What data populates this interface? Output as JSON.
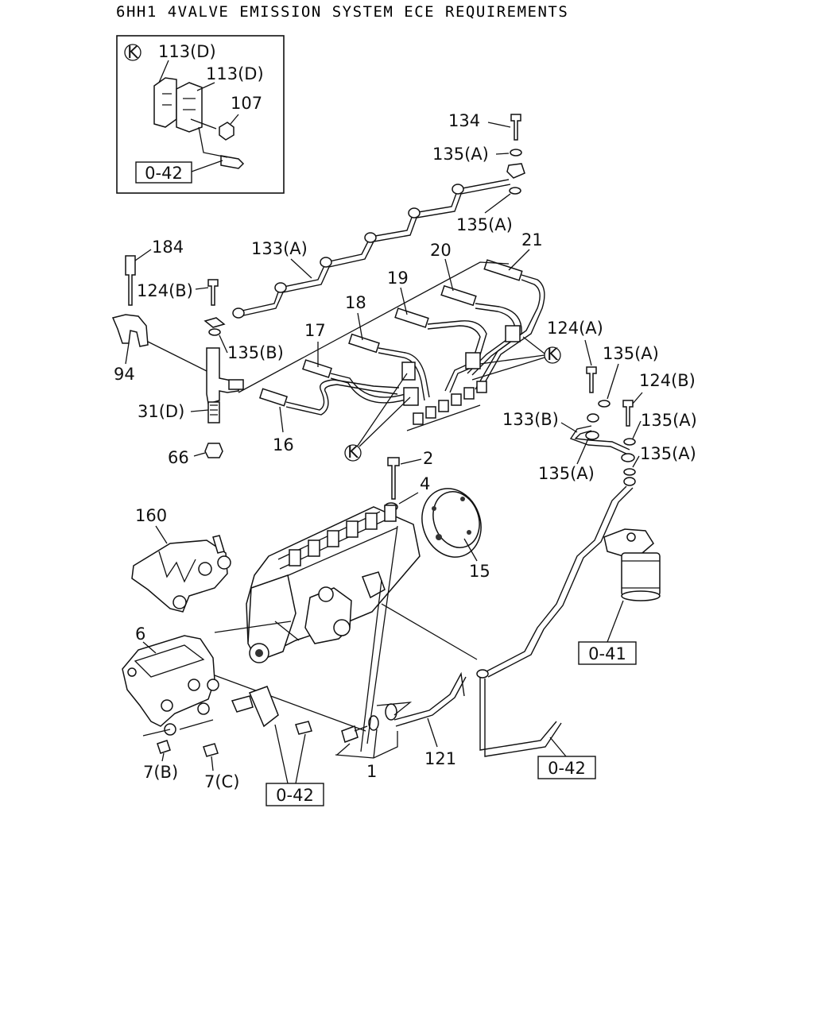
{
  "title": "6HH1 4VALVE EMISSION SYSTEM ECE REQUIREMENTS",
  "inset": {
    "marker": "K",
    "labels": [
      "113(D)",
      "113(D)",
      "107"
    ],
    "ref": "0-42"
  },
  "k_markers": [
    "K",
    "K"
  ],
  "part_labels": {
    "p134": "134",
    "p135a_1": "135(A)",
    "p135a_2": "135(A)",
    "p184": "184",
    "p133a": "133(A)",
    "p20": "20",
    "p21": "21",
    "p124b_1": "124(B)",
    "p19": "19",
    "p18": "18",
    "p17": "17",
    "p135b": "135(B)",
    "p94": "94",
    "p124a": "124(A)",
    "p135a_3": "135(A)",
    "p124b_2": "124(B)",
    "p31d": "31(D)",
    "p16": "16",
    "p133b": "133(B)",
    "p135a_4": "135(A)",
    "p135a_5": "135(A)",
    "p135a_6": "135(A)",
    "p66": "66",
    "p2": "2",
    "p4": "4",
    "p160": "160",
    "p15": "15",
    "p6": "6",
    "p1": "1",
    "p121": "121",
    "p7b": "7(B)",
    "p7c": "7(C)"
  },
  "refs": {
    "r041": "0-41",
    "r042_mid": "0-42",
    "r042_right": "0-42"
  }
}
